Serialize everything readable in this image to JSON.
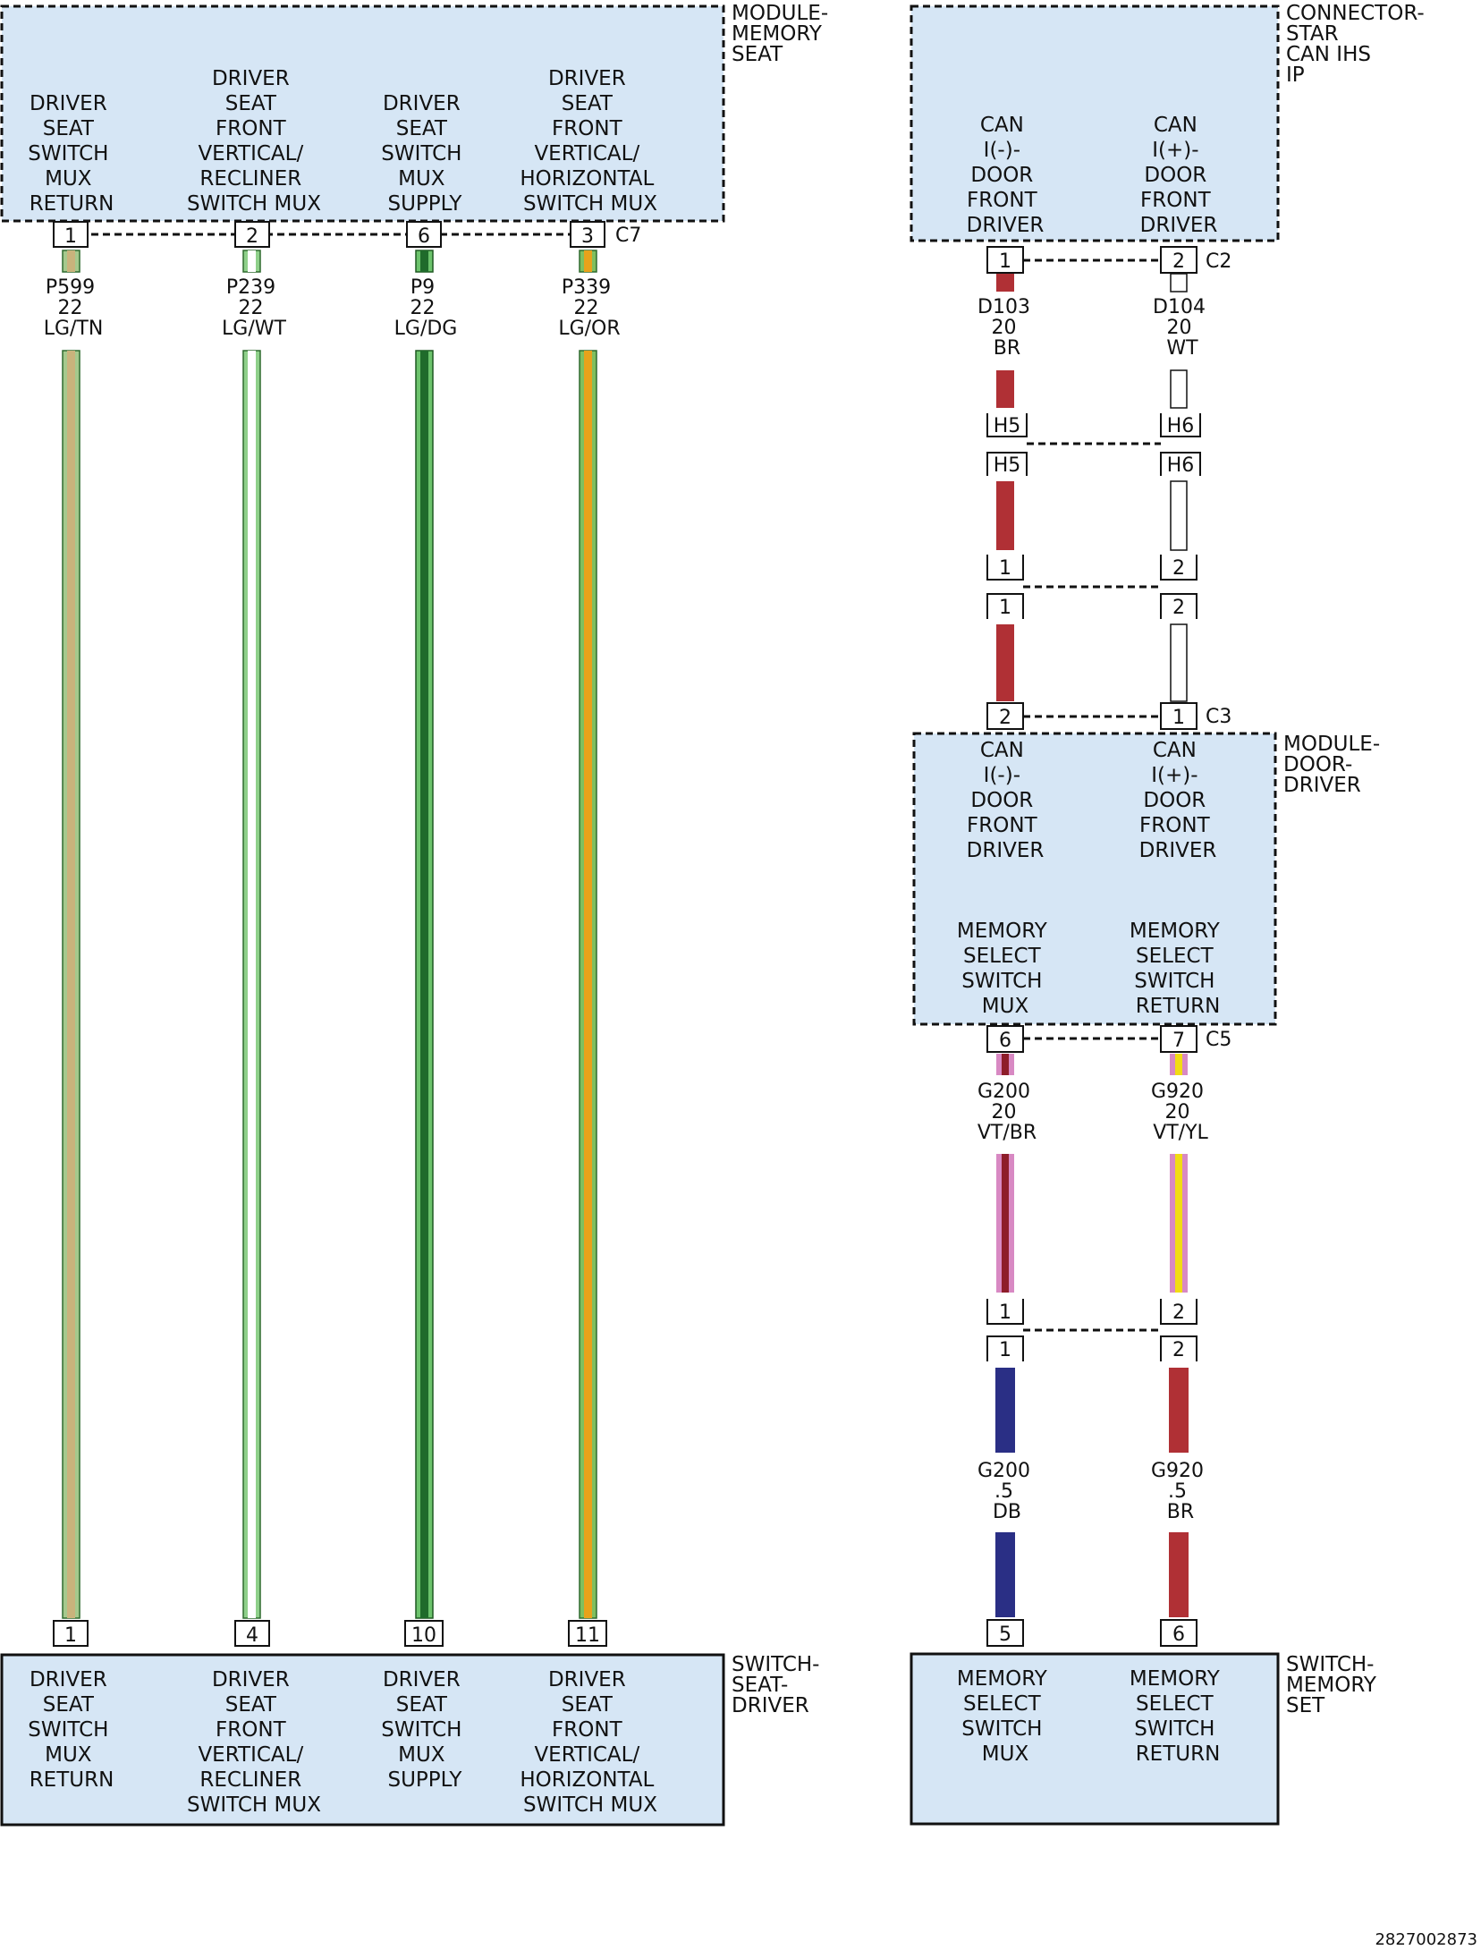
{
  "modules": {
    "memory_seat": {
      "name": [
        "MODULE-",
        "MEMORY",
        "SEAT"
      ],
      "connector": "C7",
      "functions": [
        [
          "DRIVER",
          "SEAT",
          "SWITCH",
          "MUX",
          "RETURN"
        ],
        [
          "DRIVER",
          "SEAT",
          "FRONT",
          "VERTICAL/",
          "RECLINER",
          "SWITCH MUX"
        ],
        [
          "DRIVER",
          "SEAT",
          "SWITCH",
          "MUX",
          "SUPPLY"
        ],
        [
          "DRIVER",
          "SEAT",
          "FRONT",
          "VERTICAL/",
          "HORIZONTAL",
          "SWITCH MUX"
        ]
      ],
      "pins": [
        "1",
        "2",
        "6",
        "3"
      ]
    },
    "switch_seat_driver": {
      "name": [
        "SWITCH-",
        "SEAT-",
        "DRIVER"
      ],
      "functions": [
        [
          "DRIVER",
          "SEAT",
          "SWITCH",
          "MUX",
          "RETURN"
        ],
        [
          "DRIVER",
          "SEAT",
          "FRONT",
          "VERTICAL/",
          "RECLINER",
          "SWITCH MUX"
        ],
        [
          "DRIVER",
          "SEAT",
          "SWITCH",
          "MUX",
          "SUPPLY"
        ],
        [
          "DRIVER",
          "SEAT",
          "FRONT",
          "VERTICAL/",
          "HORIZONTAL",
          "SWITCH MUX"
        ]
      ],
      "pins": [
        "1",
        "4",
        "10",
        "11"
      ]
    },
    "connector_star": {
      "name": [
        "CONNECTOR-",
        "STAR",
        "CAN IHS",
        "IP"
      ],
      "connector": "C2",
      "functions": [
        [
          "CAN",
          "I(-)-",
          "DOOR",
          "FRONT",
          "DRIVER"
        ],
        [
          "CAN",
          "I(+)-",
          "DOOR",
          "FRONT",
          "DRIVER"
        ]
      ],
      "pins": [
        "1",
        "2"
      ]
    },
    "door_driver": {
      "name": [
        "MODULE-",
        "DOOR-",
        "DRIVER"
      ],
      "connector_top": "C3",
      "connector_bottom": "C5",
      "can_functions": [
        [
          "CAN",
          "I(-)-",
          "DOOR",
          "FRONT",
          "DRIVER"
        ],
        [
          "CAN",
          "I(+)-",
          "DOOR",
          "FRONT",
          "DRIVER"
        ]
      ],
      "memory_functions": [
        [
          "MEMORY",
          "SELECT",
          "SWITCH",
          "MUX"
        ],
        [
          "MEMORY",
          "SELECT",
          "SWITCH",
          "RETURN"
        ]
      ],
      "pins_top": [
        "2",
        "1"
      ],
      "pins_bottom": [
        "6",
        "7"
      ]
    },
    "switch_memory_set": {
      "name": [
        "SWITCH-",
        "MEMORY",
        "SET"
      ],
      "functions": [
        [
          "MEMORY",
          "SELECT",
          "SWITCH",
          "MUX"
        ],
        [
          "MEMORY",
          "SELECT",
          "SWITCH",
          "RETURN"
        ]
      ],
      "pins": [
        "5",
        "6"
      ]
    }
  },
  "wires": {
    "seat": [
      {
        "circuit": "P599",
        "gauge": "22",
        "color": "LG/TN",
        "base": "#a5c98d",
        "stripe": "#c9b37c"
      },
      {
        "circuit": "P239",
        "gauge": "22",
        "color": "LG/WT",
        "base": "#8fd08a",
        "stripe": "#ffffff"
      },
      {
        "circuit": "P9",
        "gauge": "22",
        "color": "LG/DG",
        "base": "#6cc36c",
        "stripe": "#1f6b2b"
      },
      {
        "circuit": "P339",
        "gauge": "22",
        "color": "LG/OR",
        "base": "#7fbf5f",
        "stripe": "#e8a21b"
      }
    ],
    "can": [
      {
        "circuit": "D103",
        "gauge": "20",
        "color": "BR"
      },
      {
        "circuit": "D104",
        "gauge": "20",
        "color": "WT"
      }
    ],
    "memory_upper": [
      {
        "circuit": "G200",
        "gauge": "20",
        "color": "VT/BR"
      },
      {
        "circuit": "G920",
        "gauge": "20",
        "color": "VT/YL"
      }
    ],
    "memory_lower": [
      {
        "circuit": "G200",
        "gauge": ".5",
        "color": "DB"
      },
      {
        "circuit": "G920",
        "gauge": ".5",
        "color": "BR"
      }
    ]
  },
  "inline_connectors": {
    "h_pair": [
      "H5",
      "H6"
    ],
    "num_pair": [
      "1",
      "2"
    ],
    "mem_pair": [
      "1",
      "2"
    ]
  },
  "colors": {
    "module_fill": "#d6e6f5",
    "brown": "#b03035",
    "violet": "#d889c3",
    "yellow": "#f2dc13",
    "dark_blue": "#2a2f85",
    "outline": "#111111"
  },
  "document_id": "2827002873"
}
